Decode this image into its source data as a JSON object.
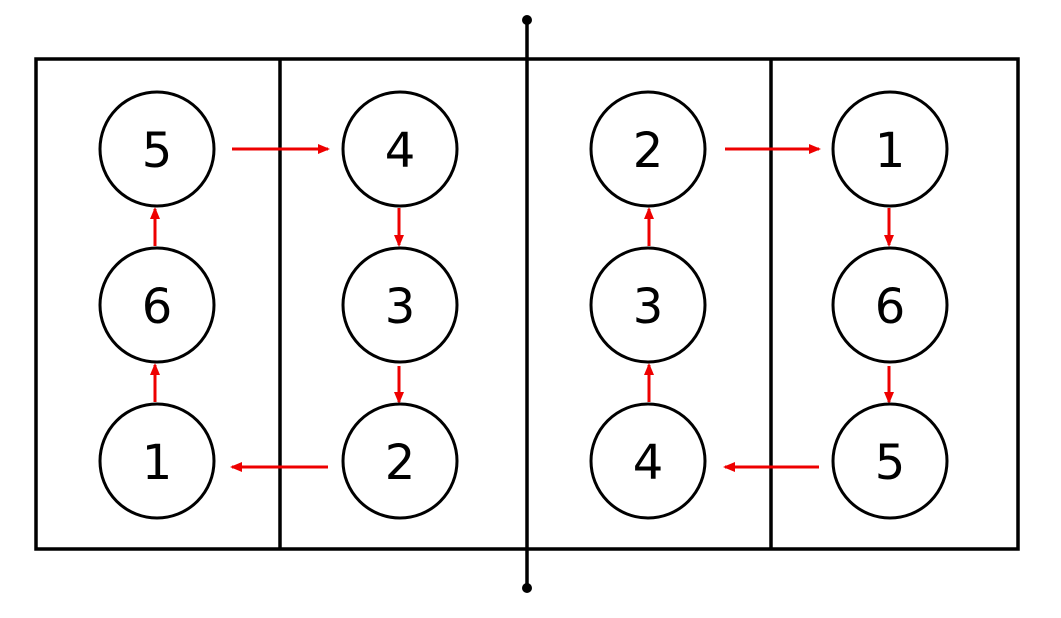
{
  "colors": {
    "lines": "#000000",
    "arrow": "#ee0000",
    "background": "#ffffff"
  },
  "left_team": {
    "positions": [
      {
        "number": "5"
      },
      {
        "number": "4"
      },
      {
        "number": "6"
      },
      {
        "number": "3"
      },
      {
        "number": "1"
      },
      {
        "number": "2"
      }
    ]
  },
  "right_team": {
    "positions": [
      {
        "number": "2"
      },
      {
        "number": "1"
      },
      {
        "number": "3"
      },
      {
        "number": "6"
      },
      {
        "number": "4"
      },
      {
        "number": "5"
      }
    ]
  }
}
